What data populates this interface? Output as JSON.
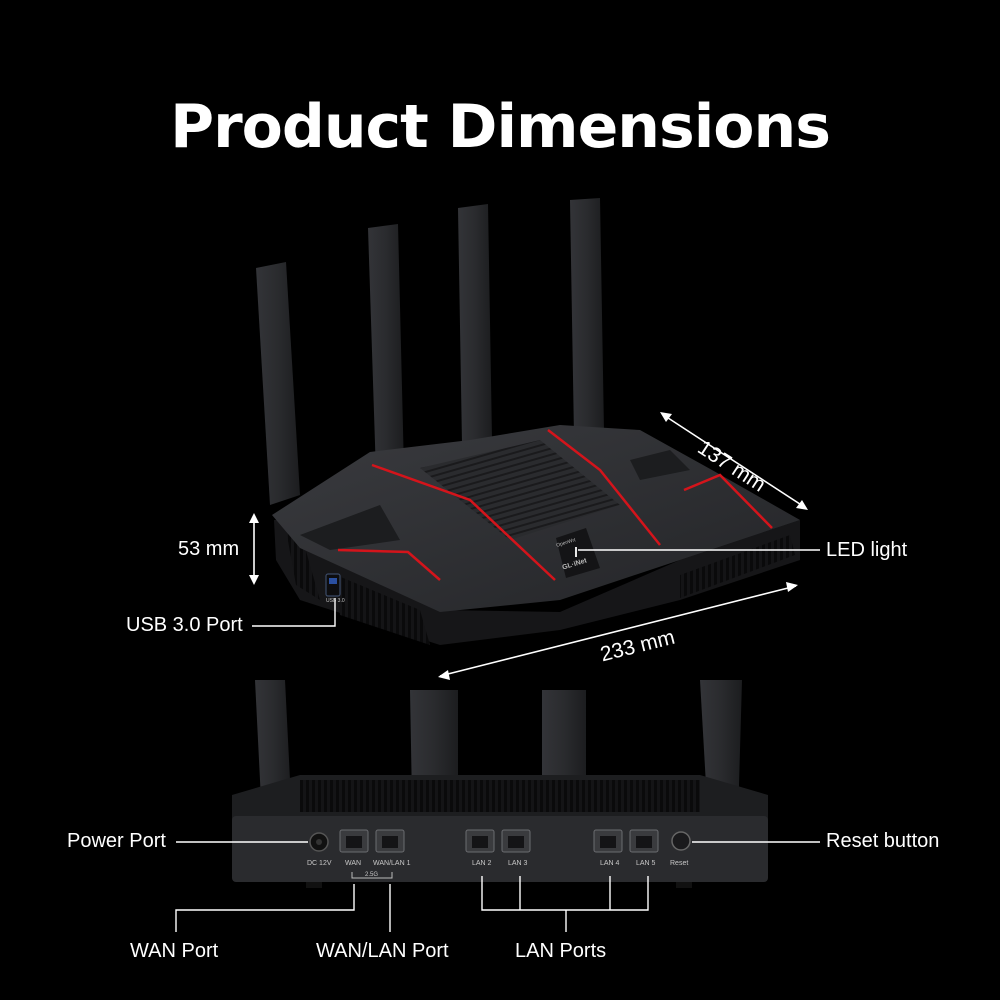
{
  "title": "Product Dimensions",
  "dimensions": {
    "depth": "137 mm",
    "width": "233 mm",
    "height": "53 mm"
  },
  "callouts": {
    "led": "LED light",
    "usb": "USB 3.0 Port",
    "power": "Power Port",
    "reset": "Reset button",
    "wan": "WAN Port",
    "wanlan": "WAN/LAN Port",
    "lan": "LAN Ports"
  },
  "ports": {
    "dc": "DC 12V",
    "wan": "WAN",
    "wanlan": "WAN/LAN 1",
    "speed": "2.5G",
    "lan2": "LAN 2",
    "lan3": "LAN 3",
    "lan4": "LAN 4",
    "lan5": "LAN 5",
    "reset": "Reset",
    "usb": "USB 3.0"
  },
  "brand": {
    "logo": "GL·iNet",
    "chip": "OpenWrt"
  },
  "colors": {
    "background": "#000000",
    "accent": "#d4141b",
    "body": "#2a2b2e"
  }
}
